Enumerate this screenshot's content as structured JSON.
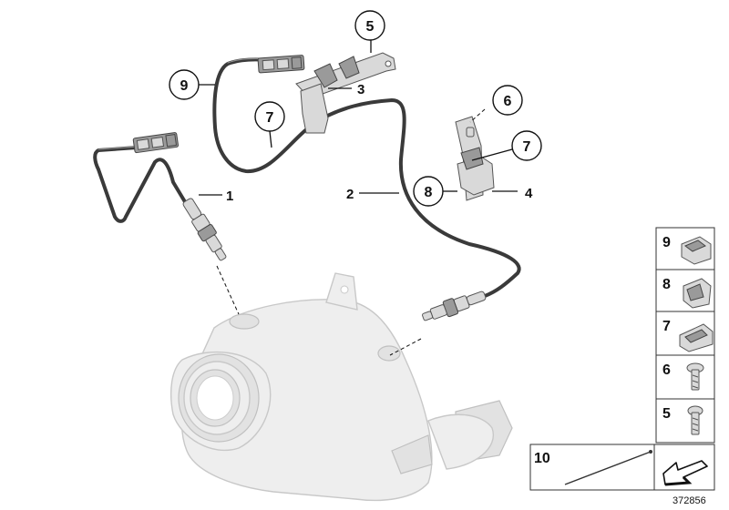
{
  "callouts": {
    "c1": "1",
    "c2": "2",
    "c3": "3",
    "c4": "4",
    "c5": "5",
    "c6": "6",
    "c7a": "7",
    "c7b": "7",
    "c8": "8",
    "c9": "9"
  },
  "parts_panel": {
    "p9": "9",
    "p8": "8",
    "p7": "7",
    "p6": "6",
    "p5": "5",
    "p10": "10"
  },
  "document_number": "372856"
}
